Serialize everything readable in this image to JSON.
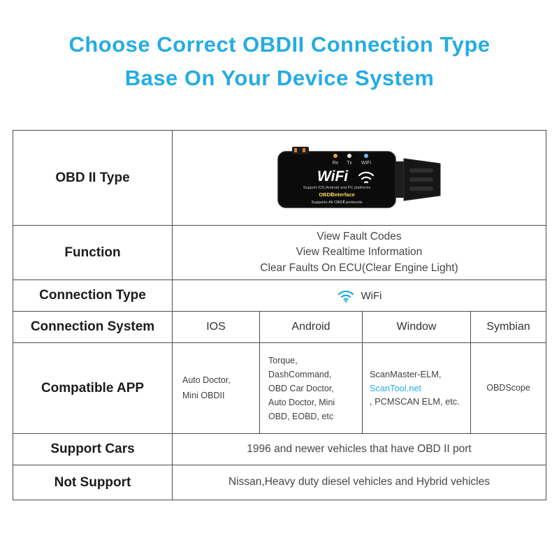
{
  "title": {
    "line1": "Choose Correct OBDII Connection Type",
    "line2": "Base On Your Device System"
  },
  "colors": {
    "accent": "#25ace3",
    "link": "#29abe2",
    "table_border": "#4d4d4d",
    "device_body": "#0b0b0b",
    "interface_text": "#ffd966"
  },
  "device": {
    "wifi_logo": "WiFi",
    "leds": [
      "Rx",
      "Tx",
      "WiFi"
    ],
    "platforms": "Support IOS,Android and PC platforms",
    "interface": "OBDⅡInterface",
    "protocols": "Supports All OBDⅡ protocols"
  },
  "table": {
    "obd_type": {
      "label": "OBD II Type"
    },
    "function": {
      "label": "Function",
      "value": "View Fault Codes\nView Realtime Information\nClear Faults On ECU(Clear Engine Light)"
    },
    "connection_type": {
      "label": "Connection Type",
      "value": "WiFi"
    },
    "connection_system": {
      "label": "Connection System",
      "cols": [
        "IOS",
        "Android",
        "Window",
        "Symbian"
      ]
    },
    "compatible_app": {
      "label": "Compatible APP",
      "ios": "Auto Doctor,\nMini OBDII",
      "android": "Torque,\nDashCommand,\nOBD Car Doctor,\nAuto Doctor, Mini\nOBD, EOBD, etc",
      "window_part1": "ScanMaster-ELM,",
      "window_link": "ScanTool.net",
      "window_part2": ", PCMSCAN ELM, etc.",
      "symbian": "OBDScope"
    },
    "support_cars": {
      "label": "Support Cars",
      "value": "1996 and newer vehicles that have OBD II port"
    },
    "not_support": {
      "label": "Not Support",
      "value": "Nissan,Heavy duty diesel vehicles and Hybrid vehicles"
    }
  }
}
